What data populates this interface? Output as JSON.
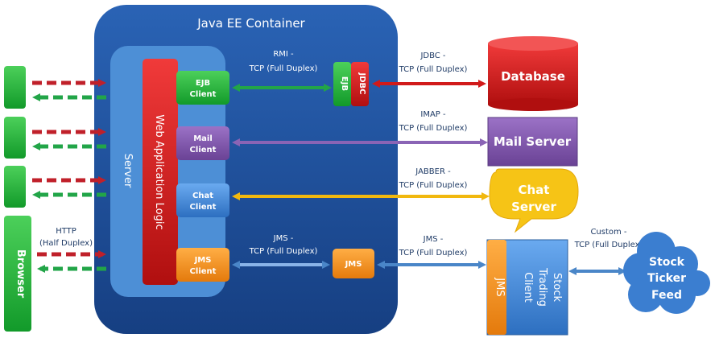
{
  "container": {
    "title": "Java EE Container",
    "server": "Server",
    "web_logic": "Web Application Logic"
  },
  "clients": {
    "ejb": [
      "EJB",
      "Client"
    ],
    "mail": [
      "Mail",
      "Client"
    ],
    "chat": [
      "Chat",
      "Client"
    ],
    "jms": [
      "JMS",
      "Client"
    ]
  },
  "ejb_box": {
    "ejb": "EJB",
    "jdbc": "JDBC"
  },
  "jms_box": "JMS",
  "browser": "Browser",
  "links": {
    "rmi": [
      "RMI -",
      "TCP (Full Duplex)"
    ],
    "jdbc": [
      "JDBC -",
      "TCP (Full Duplex)"
    ],
    "imap": [
      "IMAP -",
      "TCP (Full Duplex)"
    ],
    "jabber": [
      "JABBER -",
      "TCP (Full Duplex)"
    ],
    "jms_inner": [
      "JMS -",
      "TCP (Full Duplex)"
    ],
    "jms_outer": [
      "JMS -",
      "TCP (Full Duplex)"
    ],
    "custom": [
      "Custom -",
      "TCP (Full Duplex)"
    ],
    "http": [
      "HTTP",
      "(Half Duplex)"
    ]
  },
  "external": {
    "database": "Database",
    "mail_server": "Mail Server",
    "chat_server": [
      "Chat",
      "Server"
    ],
    "stock_client": [
      "Stock",
      "Trading",
      "Client"
    ],
    "stock_jms": "JMS",
    "ticker": [
      "Stock",
      "Ticker",
      "Feed"
    ]
  },
  "colors": {
    "container": "#1b4f9c",
    "server": "#4d8fd6",
    "web_logic": "#d81e1e",
    "green": "#1fa838",
    "purple": "#7b52a6",
    "blue": "#3b82d0",
    "orange": "#f08a1a",
    "red": "#d11a1a",
    "yellow": "#f5c51a",
    "dash_red": "#c0202a",
    "dash_green": "#22a548"
  }
}
